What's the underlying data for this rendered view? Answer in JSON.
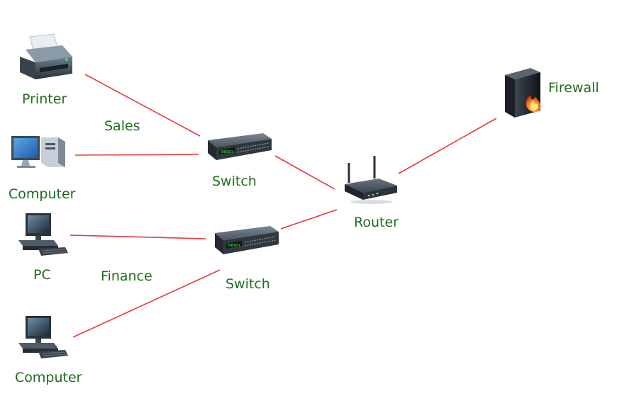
{
  "diagram": {
    "link_color": "#e8393b",
    "label_color": "#1f6b1f",
    "nodes": {
      "printer": {
        "label": "Printer",
        "icon": "printer-icon"
      },
      "computer1": {
        "label": "Computer",
        "icon": "desktop-computer-icon"
      },
      "pc": {
        "label": "PC",
        "icon": "workstation-icon"
      },
      "computer2": {
        "label": "Computer",
        "icon": "workstation-icon"
      },
      "switch1": {
        "label": "Switch",
        "icon": "switch-icon"
      },
      "switch2": {
        "label": "Switch",
        "icon": "switch-icon"
      },
      "router": {
        "label": "Router",
        "icon": "router-icon"
      },
      "firewall": {
        "label": "Firewall",
        "icon": "firewall-icon"
      }
    },
    "groups": {
      "sales": {
        "label": "Sales"
      },
      "finance": {
        "label": "Finance"
      }
    },
    "links": [
      {
        "from": "printer",
        "to": "switch1"
      },
      {
        "from": "computer1",
        "to": "switch1"
      },
      {
        "from": "switch1",
        "to": "router"
      },
      {
        "from": "pc",
        "to": "switch2"
      },
      {
        "from": "computer2",
        "to": "switch2"
      },
      {
        "from": "switch2",
        "to": "router"
      },
      {
        "from": "router",
        "to": "firewall"
      }
    ]
  }
}
